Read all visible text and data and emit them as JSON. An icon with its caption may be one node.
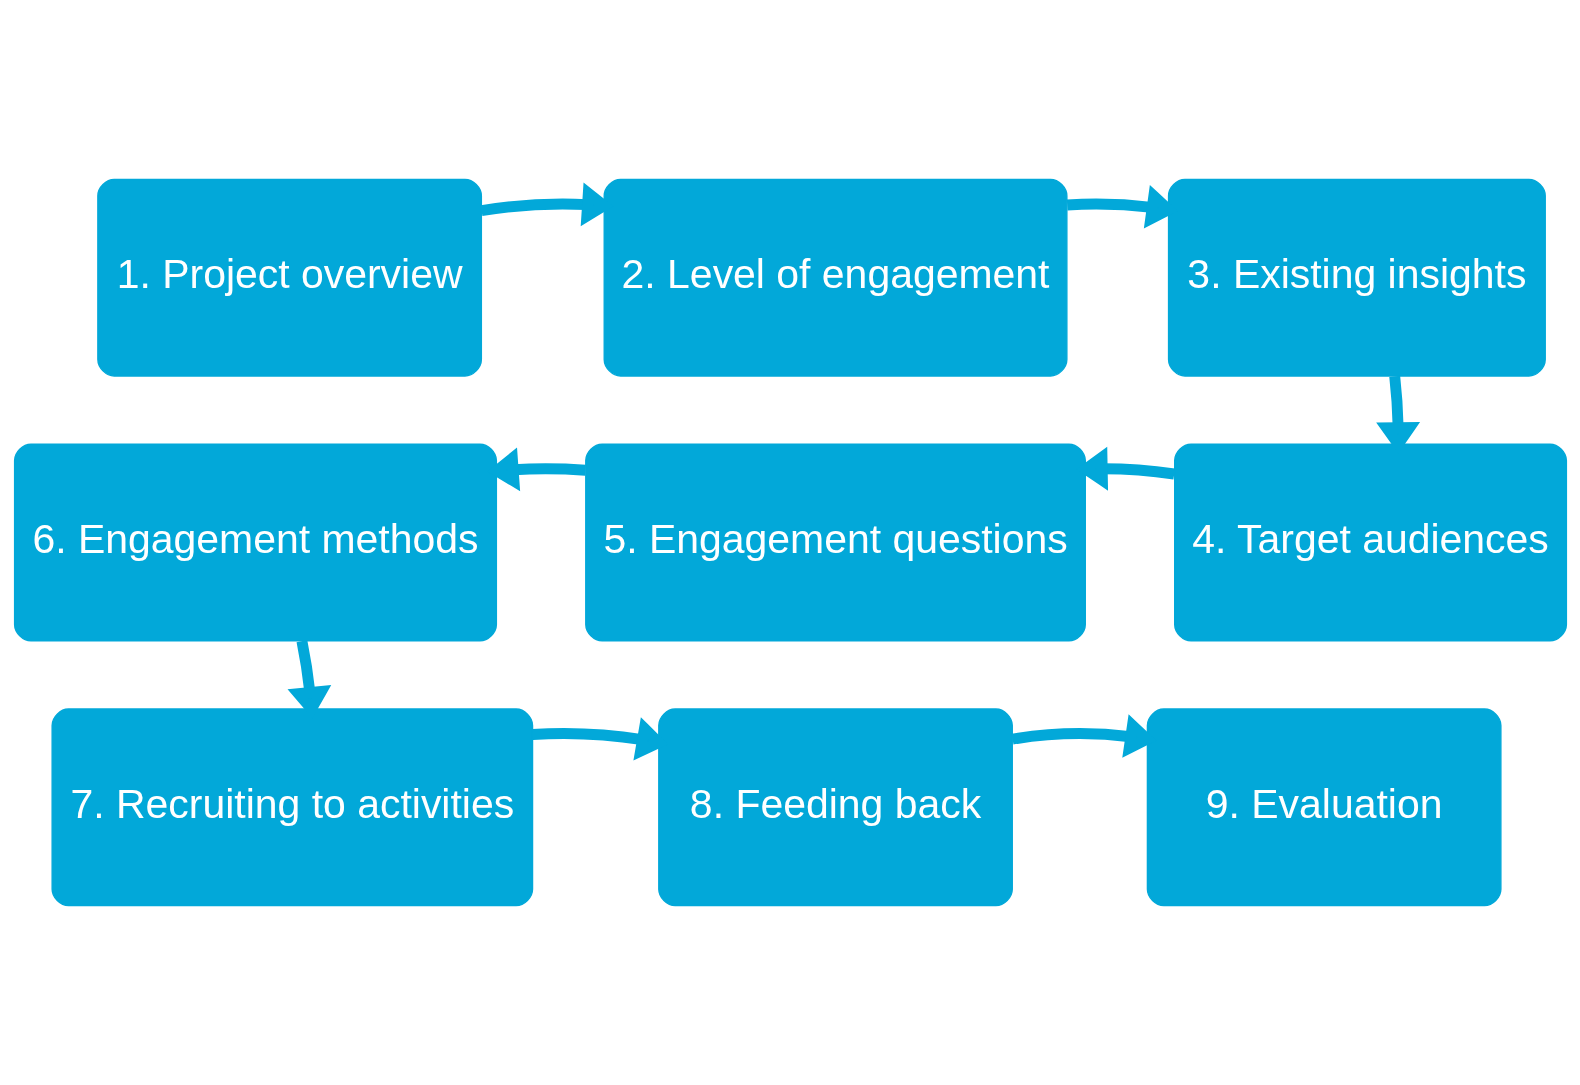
{
  "diagram": {
    "nodes": [
      {
        "text": [
          "1. Project overview"
        ]
      },
      {
        "text": [
          "2. Level of engagement"
        ]
      },
      {
        "text": [
          "3. Existing insights"
        ]
      },
      {
        "text": [
          "4. Target audiences"
        ]
      },
      {
        "text": [
          "5. Engagement questions"
        ]
      },
      {
        "text": [
          "6. Engagement methods"
        ]
      },
      {
        "text": [
          "7. Recruiting to activities"
        ]
      },
      {
        "text": [
          "8. Feeding back"
        ]
      },
      {
        "text": [
          "9. Evaluation"
        ]
      }
    ],
    "edges": [
      {
        "from": 0,
        "to": 1,
        "arrow": "to"
      },
      {
        "from": 1,
        "to": 2,
        "arrow": "to"
      },
      {
        "from": 2,
        "to": 3,
        "arrow": "to"
      },
      {
        "from": 3,
        "to": 4,
        "arrow": "to"
      },
      {
        "from": 4,
        "to": 5,
        "arrow": "to"
      },
      {
        "from": 5,
        "to": 6,
        "arrow": "to"
      },
      {
        "from": 6,
        "to": 7,
        "arrow": "to"
      },
      {
        "from": 7,
        "to": 8,
        "arrow": "to"
      }
    ]
  }
}
